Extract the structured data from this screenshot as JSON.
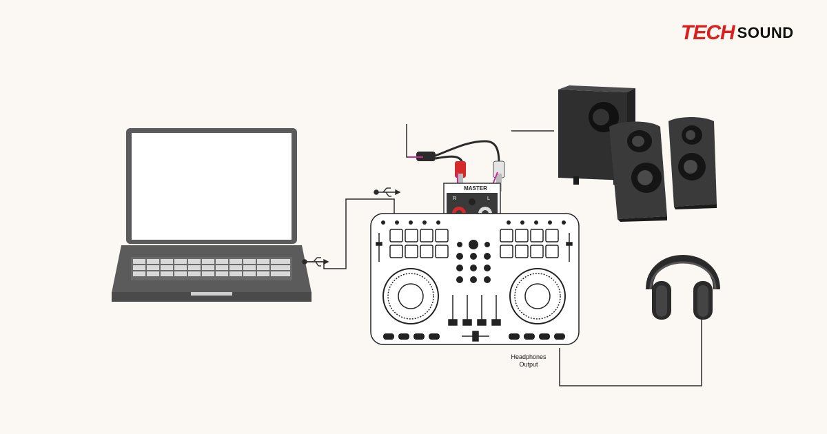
{
  "brand": {
    "part1": "TECH",
    "part2": "SOUND"
  },
  "labels": {
    "master": "MASTER",
    "channel_r": "R",
    "channel_l": "L",
    "headphones_line1": "Headphones",
    "headphones_line2": "Output"
  },
  "colors": {
    "background": "#fbf8f3",
    "brand_red": "#d8201e",
    "cable": "#2a2a2a",
    "device_grey": "#5b5b5b",
    "rca_red": "#d62a2a",
    "aux_pink": "#cc2a9a"
  },
  "icons": [
    "usb-icon",
    "laptop-icon",
    "speakers-icon",
    "headphones-icon",
    "dj-controller-icon"
  ]
}
